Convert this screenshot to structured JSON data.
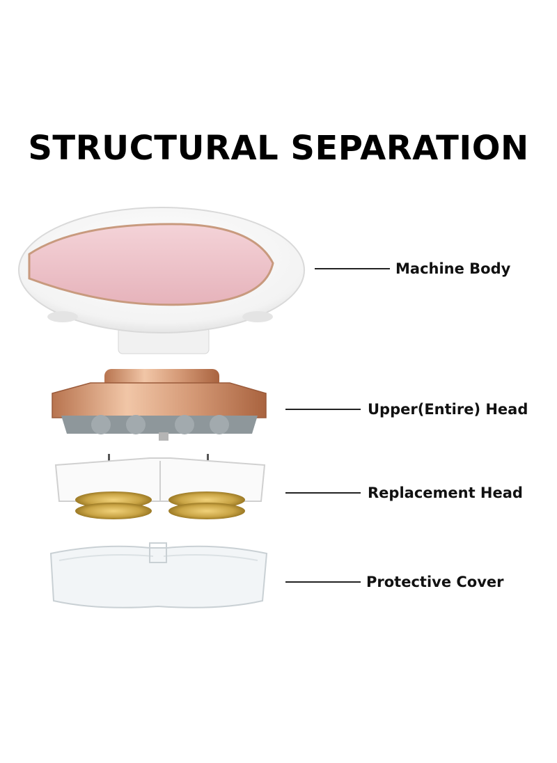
{
  "title": "STRUCTURAL SEPARATION",
  "parts": [
    {
      "label": "Machine Body"
    },
    {
      "label": "Upper(Entire) Head"
    },
    {
      "label": "Replacement Head"
    },
    {
      "label": "Protective Cover"
    }
  ],
  "colors": {
    "body_white": "#f6f6f6",
    "body_pink": "#efc7cd",
    "rose_gold": "#c98c6a",
    "head_grey": "#8c9396",
    "blade_gold": "#c9a445",
    "cover_clear": "#eef2f4"
  }
}
